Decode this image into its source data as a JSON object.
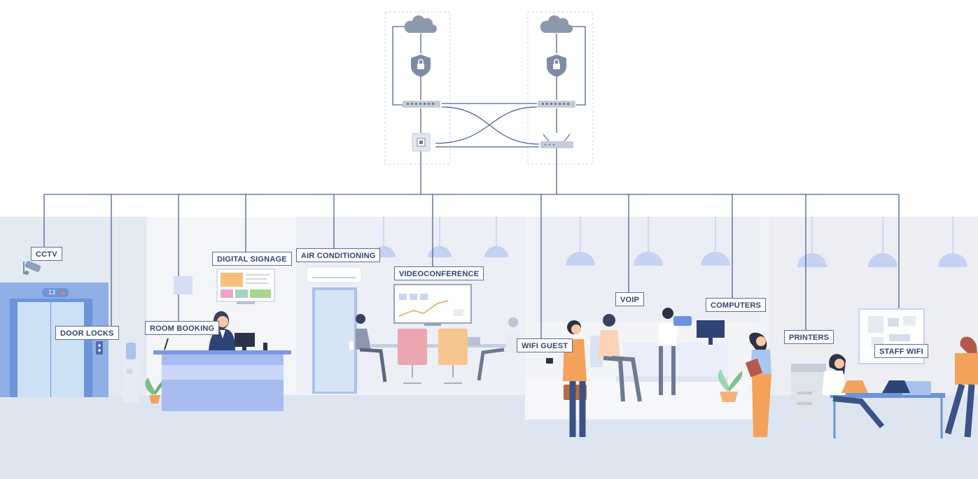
{
  "labels": {
    "cctv": "CCTV",
    "door_locks": "DOOR LOCKS",
    "room_booking": "ROOM BOOKING",
    "digital_signage": "DIGITAL SIGNAGE",
    "air_conditioning": "AIR CONDITIONING",
    "videoconference": "VIDEOCONFERENCE",
    "wifi_guest": "WIFI GUEST",
    "voip": "VOIP",
    "computers": "COMPUTERS",
    "printers": "PRINTERS",
    "staff_wifi": "STAFF WIFI"
  },
  "elevator": {
    "floor": "13"
  },
  "colors": {
    "line": "#4a6494",
    "label_border": "#5b6f96",
    "label_text": "#2d4474",
    "floor": "#dde6f0",
    "wall": "#f2f4f8",
    "accent_blue": "#a8bcf0",
    "orange": "#f4a259"
  },
  "icons": [
    "cloud-icon",
    "shield-lock-icon",
    "network-switch-icon",
    "wall-socket-icon",
    "router-icon",
    "camera-icon"
  ]
}
